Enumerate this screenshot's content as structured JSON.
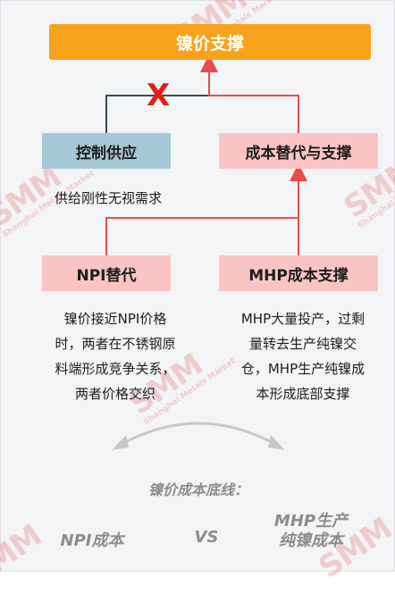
{
  "top_box": "镍价支撑",
  "supply_box": "控制供应",
  "supply_note": "供给刚性无视需求",
  "cost_box": "成本替代与支撑",
  "npi_box": "NPI替代",
  "mhp_box": "MHP成本支撑",
  "npi_note": [
    "镍价接近NPI价格",
    "时，两者在不锈钢原",
    "料端形成竞争关系，",
    "两者价格交织"
  ],
  "mhp_note": [
    "MHP大量投产，过剩",
    "量转去生产纯镍交",
    "仓，MHP生产纯镍成",
    "本形成底部支撑"
  ],
  "blocked_mark": "X",
  "subtitle": "镍价成本底线：",
  "bottom": {
    "npi": "NPI成本",
    "vs": "VS",
    "mhp_line1": "MHP生产",
    "mhp_line2": "纯镍成本"
  },
  "watermark": {
    "logo": "SMM",
    "text": "Shanghai Metals Market"
  },
  "colors": {
    "orange": "#f7a21b",
    "teal_box": "#a6c8d6",
    "pink_box": "#fbc4c4",
    "red_line": "#e84c4c",
    "dark_line": "#2f5252"
  }
}
